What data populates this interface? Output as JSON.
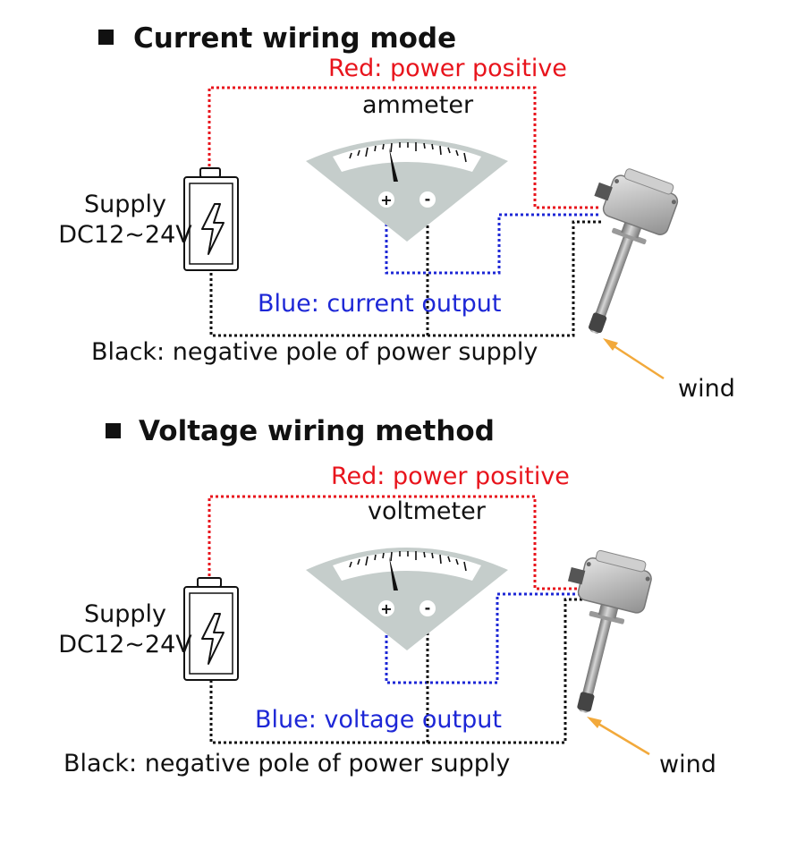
{
  "colors": {
    "red_wire": "#e8141c",
    "blue_wire": "#1d27d6",
    "black_wire": "#111111",
    "meter_gray": "#c5cdcb",
    "wind_arrow": "#f2a93b"
  },
  "icons": {
    "battery": "battery-icon",
    "lightning": "lightning-bolt-icon",
    "meter": "analog-meter-icon",
    "sensor": "wind-sensor-icon",
    "arrow": "wind-arrow-icon"
  },
  "current": {
    "heading": "Current wiring mode",
    "red_label": "Red: power positive",
    "meter_label": "ammeter",
    "supply_line1": "Supply",
    "supply_line2": "DC12~24V",
    "blue_label": "Blue: current output",
    "black_label": "Black: negative pole of power supply",
    "wind_label": "wind",
    "plus": "+",
    "minus": "-"
  },
  "voltage": {
    "heading": "Voltage wiring method",
    "red_label": "Red: power positive",
    "meter_label": "voltmeter",
    "supply_line1": "Supply",
    "supply_line2": "DC12~24V",
    "blue_label": "Blue: voltage output",
    "black_label": "Black: negative pole of power supply",
    "wind_label": "wind",
    "plus": "+",
    "minus": "-"
  }
}
